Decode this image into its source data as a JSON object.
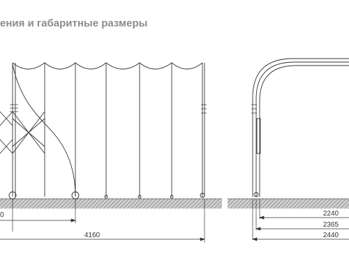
{
  "title": "ения и габаритные размеры",
  "front_view": {
    "dimensions": {
      "partial": "0",
      "length": "4160"
    }
  },
  "side_view": {
    "dimensions": {
      "width_inner": "2240",
      "width_mid": "2365",
      "width_outer": "2440"
    }
  },
  "colors": {
    "line": "#333333",
    "ground": "#bfbfbf",
    "ground_hatch": "#6e6e6e",
    "title": "#8c8c8c"
  }
}
